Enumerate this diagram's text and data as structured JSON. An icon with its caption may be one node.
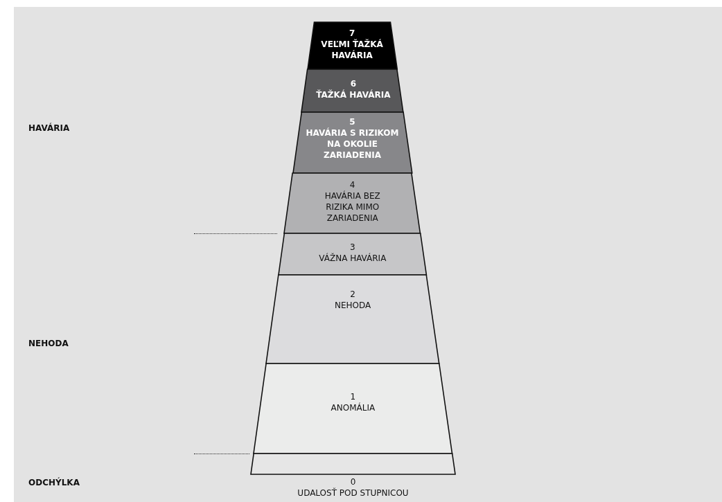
{
  "diagram": {
    "nodes": [
      {
        "text": [
          "7",
          "VEĽMI ŤAŽKÁ HAVÁRIA"
        ]
      },
      {
        "text": [
          "6",
          "ŤAŽKÁ HAVÁRIA"
        ]
      },
      {
        "text": [
          "5",
          "HAVÁRIA S RIZIKOM NA OKOLIE ZARIADENIA"
        ]
      },
      {
        "text": [
          "4",
          "HAVÁRIA BEZ RIZIKA MIMO ZARIADENIA"
        ]
      },
      {
        "text": [
          "3",
          "VÁŽNA HAVÁRIA"
        ]
      },
      {
        "text": [
          "2",
          "NEHODA"
        ]
      },
      {
        "text": [
          "1",
          "ANOMÁLIA"
        ]
      },
      {
        "text": [
          "0",
          "UDALOSŤ POD STUPNICOU"
        ]
      }
    ],
    "edges": [],
    "labels": [
      "HAVÁRIA",
      "NEHODA",
      "ODCHÝLKA"
    ]
  }
}
